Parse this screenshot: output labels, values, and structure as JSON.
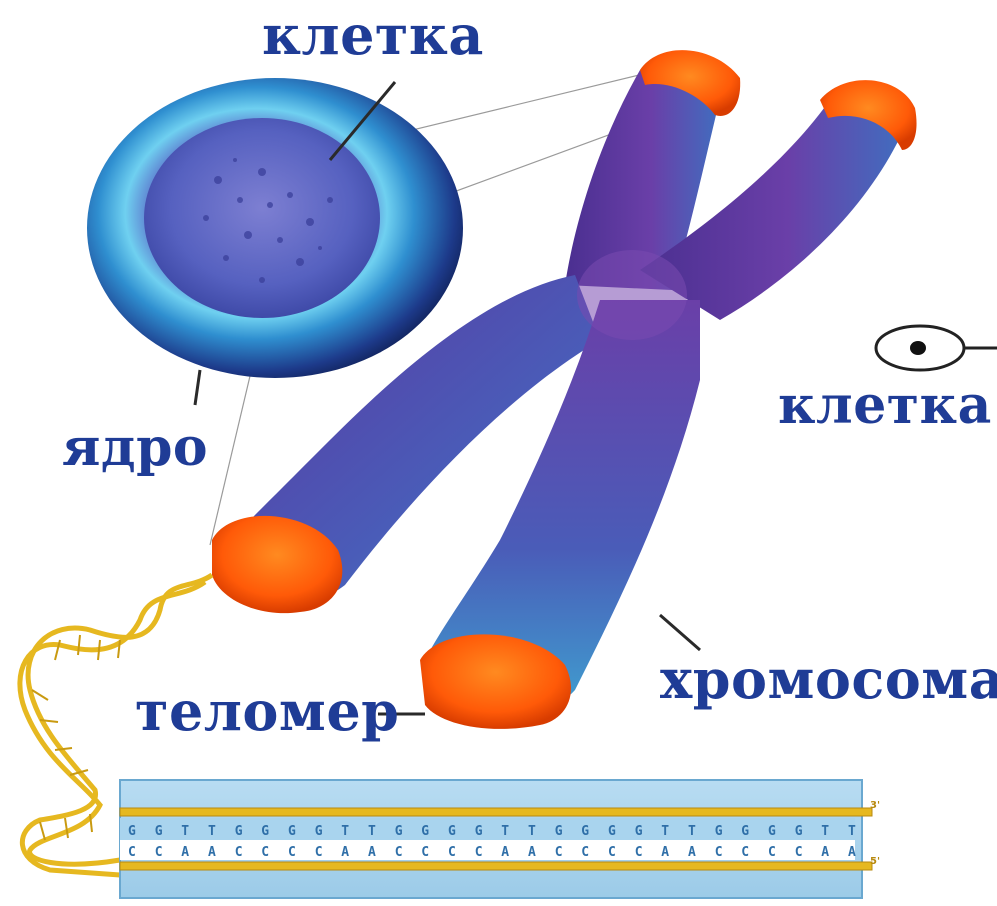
{
  "labels": {
    "cell_top": "клетка",
    "cell_right": "клетка",
    "nucleus": "ядро",
    "chromosome": "хромосома",
    "telomere": "теломер"
  },
  "sequence": {
    "top_strand": "GGTTGGGGTTGGGGTTGGGGTTGGGGTT",
    "bottom_strand": "CCAACCCCAACCCCAACCCCAACCCCAA",
    "end_top": "3'",
    "end_bottom": "5'"
  },
  "colors": {
    "label_text": "#1f3c96",
    "chromosome_body": "#5a3c9c",
    "chromosome_highlight": "#3d8fc4",
    "telomere_cap": "#ff6a10",
    "dna_strand": "#e6b820",
    "cell_outer": "#1d3a8a",
    "cell_ring": "#4ab6e0"
  }
}
